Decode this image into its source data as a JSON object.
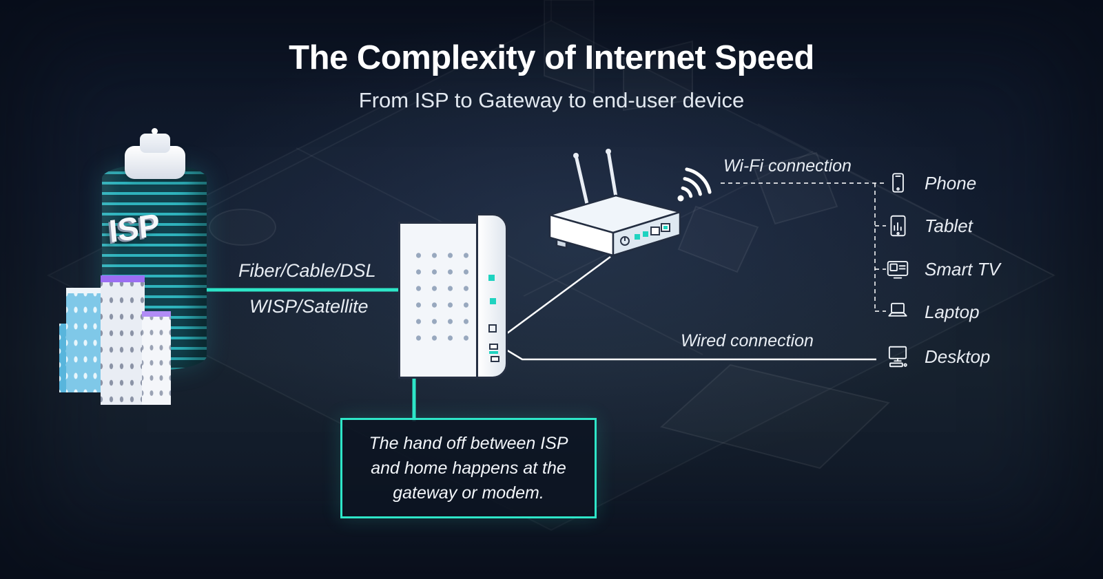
{
  "header": {
    "title": "The Complexity of Internet Speed",
    "subtitle": "From ISP to Gateway to end-user device"
  },
  "isp": {
    "label": "ISP"
  },
  "links": {
    "isp_to_gateway_top": "Fiber/Cable/DSL",
    "isp_to_gateway_bottom": "WISP/Satellite",
    "wifi_label": "Wi-Fi connection",
    "wired_label": "Wired connection"
  },
  "devices": [
    {
      "label": "Phone",
      "icon": "phone-icon",
      "connection": "wifi"
    },
    {
      "label": "Tablet",
      "icon": "tablet-icon",
      "connection": "wifi"
    },
    {
      "label": "Smart TV",
      "icon": "smart-tv-icon",
      "connection": "wifi"
    },
    {
      "label": "Laptop",
      "icon": "laptop-icon",
      "connection": "wifi"
    },
    {
      "label": "Desktop",
      "icon": "desktop-icon",
      "connection": "wired"
    }
  ],
  "callout": {
    "text": "The hand off between ISP and home happens at the gateway or modem."
  },
  "colors": {
    "background": "#121c2e",
    "accent_teal": "#2ee6c8",
    "text": "#ffffff",
    "building_teal": "#2fb3bd",
    "building_purple": "#9b6ef3",
    "building_blue": "#7fc8e8"
  }
}
